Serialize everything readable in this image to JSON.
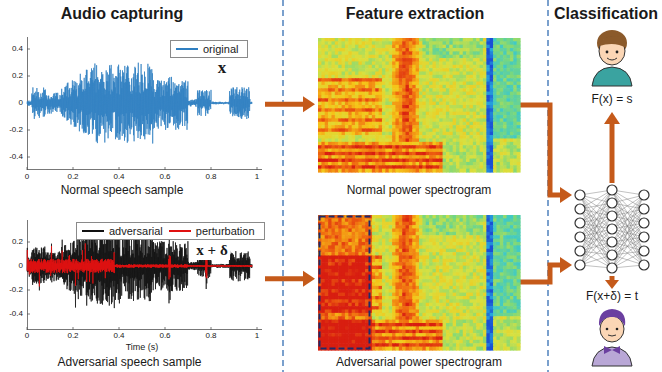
{
  "diagram": {
    "nodes": [
      {
        "text": [
          "Normal speech sample"
        ]
      },
      {
        "text": [
          "Normal power spectrogram"
        ]
      },
      {
        "text": [
          "Adversarial speech sample"
        ]
      },
      {
        "text": [
          "Adversarial power spectrogram"
        ]
      }
    ],
    "edges": [
      {
        "from": 0,
        "to": 1,
        "arrow": "to"
      },
      {
        "from": 2,
        "to": 3,
        "arrow": "to"
      }
    ],
    "labels": [
      "Audio capturing",
      "Feature extraction",
      "Classification",
      "x",
      "0.4",
      "0.2",
      "0",
      "-0.2",
      "-0.4",
      "0",
      "0.2",
      "0.4",
      "0.6",
      "0.8",
      "1",
      "x + δ",
      "0.2",
      "0",
      "-0.2",
      "-0.4",
      "0",
      "0.2",
      "0.4",
      "0.6",
      "0.8",
      "1",
      "Time (s)",
      "F(x) = s",
      "F(x+δ) = t"
    ],
    "legend": [
      {
        "text": "original"
      },
      {
        "text": "adversarial"
      },
      {
        "text": "perturbation"
      }
    ]
  }
}
